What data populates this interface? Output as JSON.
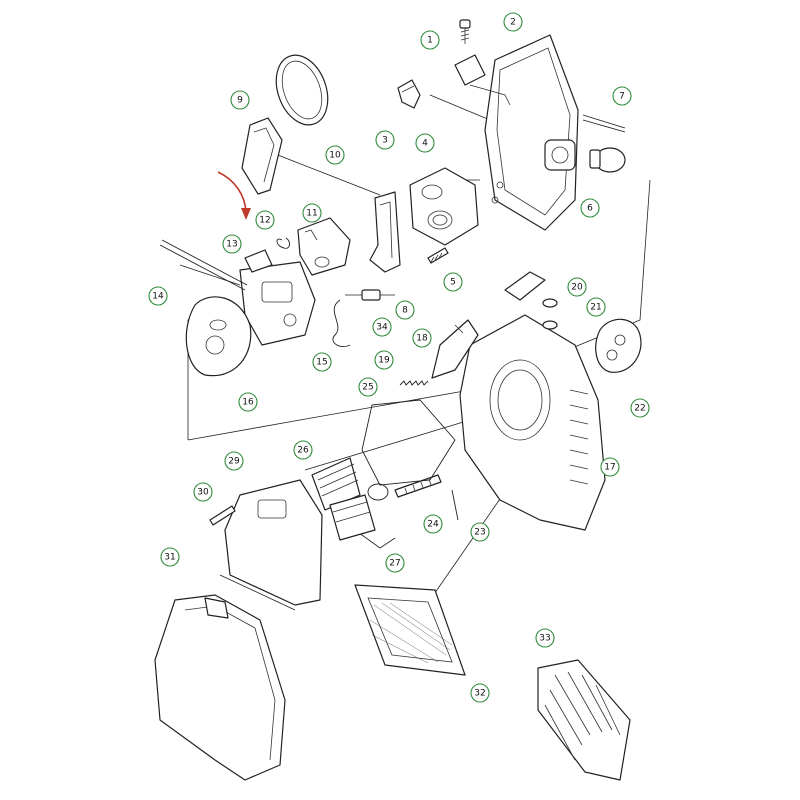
{
  "colors": {
    "callout_ring": "#2f8a3a",
    "line": "#222222",
    "arrow": "#c0392b",
    "background": "#ffffff"
  },
  "callouts": [
    {
      "id": "c1",
      "label": "1"
    },
    {
      "id": "c2",
      "label": "2"
    },
    {
      "id": "c3",
      "label": "3"
    },
    {
      "id": "c4",
      "label": "4"
    },
    {
      "id": "c5",
      "label": "5"
    },
    {
      "id": "c6",
      "label": "6"
    },
    {
      "id": "c7",
      "label": "7"
    },
    {
      "id": "c8",
      "label": "8"
    },
    {
      "id": "c9",
      "label": "9"
    },
    {
      "id": "c10",
      "label": "10"
    },
    {
      "id": "c11",
      "label": "11"
    },
    {
      "id": "c12",
      "label": "12"
    },
    {
      "id": "c13",
      "label": "13"
    },
    {
      "id": "c14",
      "label": "14"
    },
    {
      "id": "c15",
      "label": "15"
    },
    {
      "id": "c16",
      "label": "16"
    },
    {
      "id": "c17",
      "label": "17"
    },
    {
      "id": "c18",
      "label": "18"
    },
    {
      "id": "c19",
      "label": "19"
    },
    {
      "id": "c20",
      "label": "20"
    },
    {
      "id": "c21",
      "label": "21"
    },
    {
      "id": "c22",
      "label": "22"
    },
    {
      "id": "c23",
      "label": "23"
    },
    {
      "id": "c24",
      "label": "24"
    },
    {
      "id": "c25",
      "label": "25"
    },
    {
      "id": "c26",
      "label": "26"
    },
    {
      "id": "c27",
      "label": "27"
    },
    {
      "id": "c29",
      "label": "29"
    },
    {
      "id": "c30",
      "label": "30"
    },
    {
      "id": "c31",
      "label": "31"
    },
    {
      "id": "c32",
      "label": "32"
    },
    {
      "id": "c33",
      "label": "33"
    },
    {
      "id": "c34",
      "label": "34"
    }
  ],
  "highlight": {
    "icon": "red-arrow-icon",
    "points_to": "12"
  }
}
